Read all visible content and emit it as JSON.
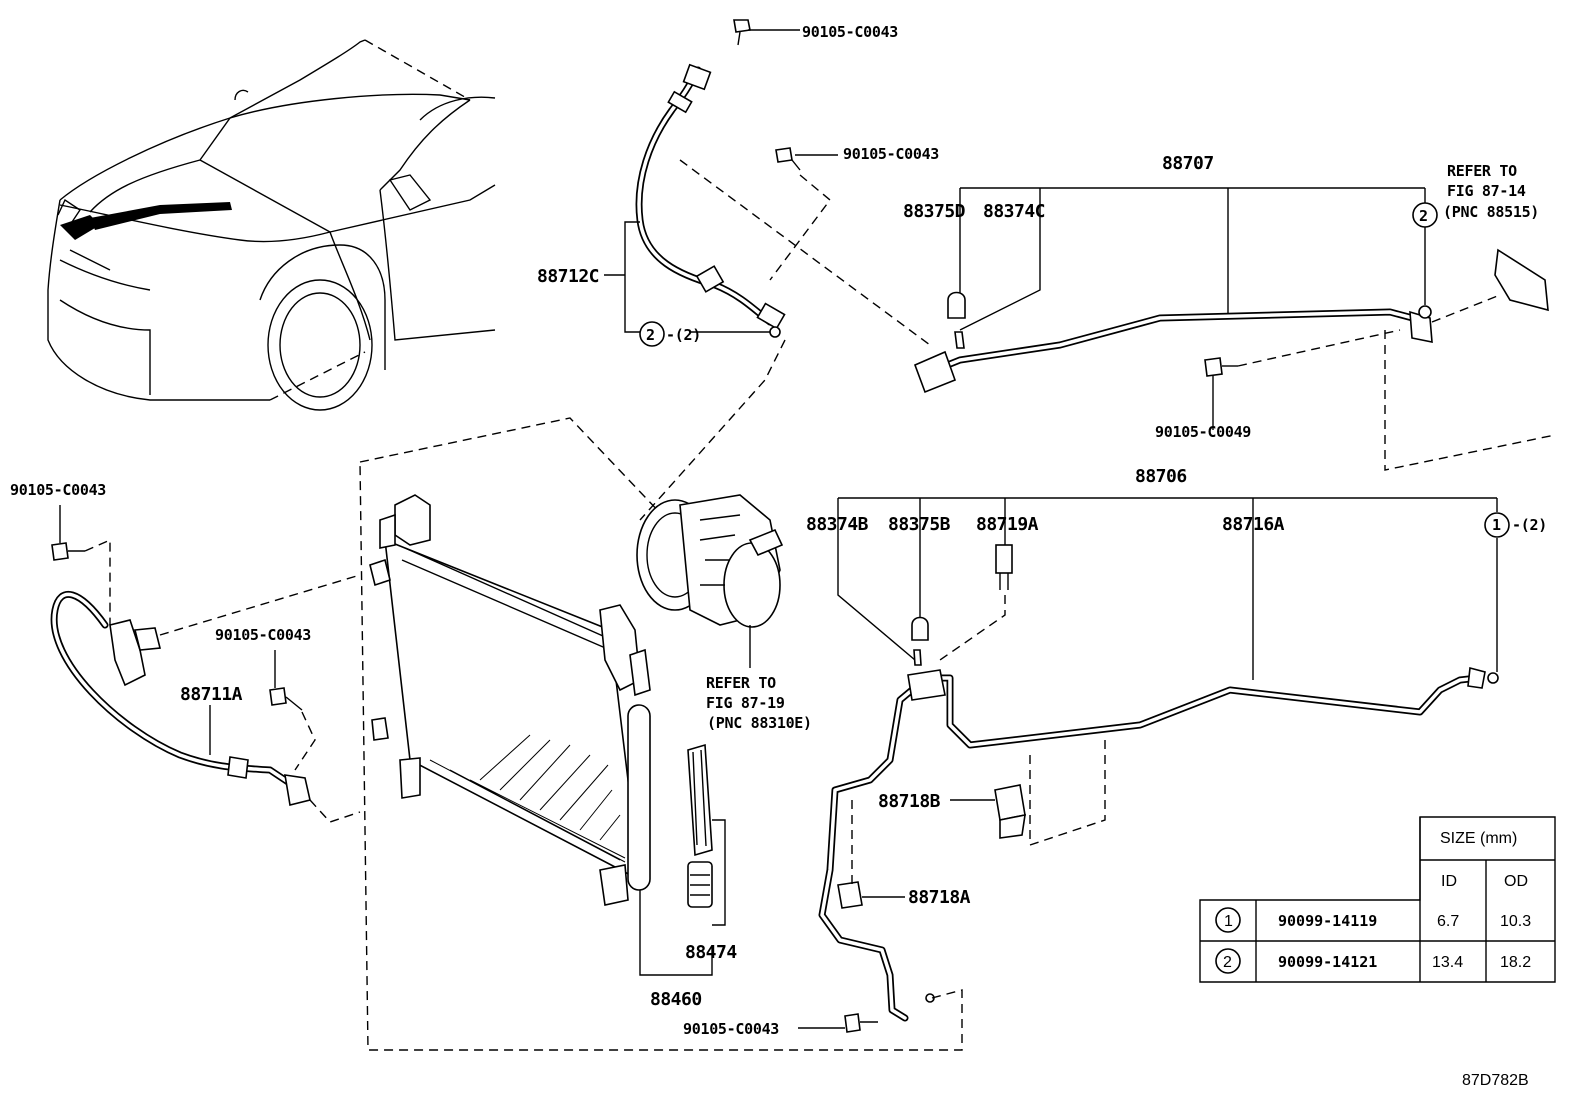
{
  "labels": {
    "bolt_top": "90105-C0043",
    "bolt_top2": "90105-C0043",
    "hose_88712c": "88712C",
    "ring2_left": "2",
    "ring2_left_qty": "-(2)",
    "assy_88707": "88707",
    "p88375d": "88375D",
    "p88374c": "88374C",
    "refer_top_1": "REFER TO",
    "refer_top_2": "FIG 87-14",
    "refer_top_3": "(PNC 88515)",
    "ring2_right": "2",
    "bolt_88707": "90105-C0049",
    "assy_88706": "88706",
    "p88374b": "88374B",
    "p88375b": "88375B",
    "p88719a": "88719A",
    "p88716a": "88716A",
    "ring1_right": "1",
    "ring1_right_qty": "-(2)",
    "bolt_left": "90105-C0043",
    "bolt_left2": "90105-C0043",
    "hose_88711a": "88711A",
    "refer_mid_1": "REFER TO",
    "refer_mid_2": "FIG 87-19",
    "refer_mid_3": "(PNC 88310E)",
    "p88718b": "88718B",
    "p88718a": "88718A",
    "p88474": "88474",
    "p88460": "88460",
    "bolt_bottom": "90105-C0043",
    "figure_code": "87D782B"
  },
  "size_table": {
    "header": "SIZE (mm)",
    "col_id": "ID",
    "col_od": "OD",
    "rows": [
      {
        "key": "1",
        "part": "90099-14119",
        "id": "6.7",
        "od": "10.3"
      },
      {
        "key": "2",
        "part": "90099-14121",
        "id": "13.4",
        "od": "18.2"
      }
    ]
  }
}
